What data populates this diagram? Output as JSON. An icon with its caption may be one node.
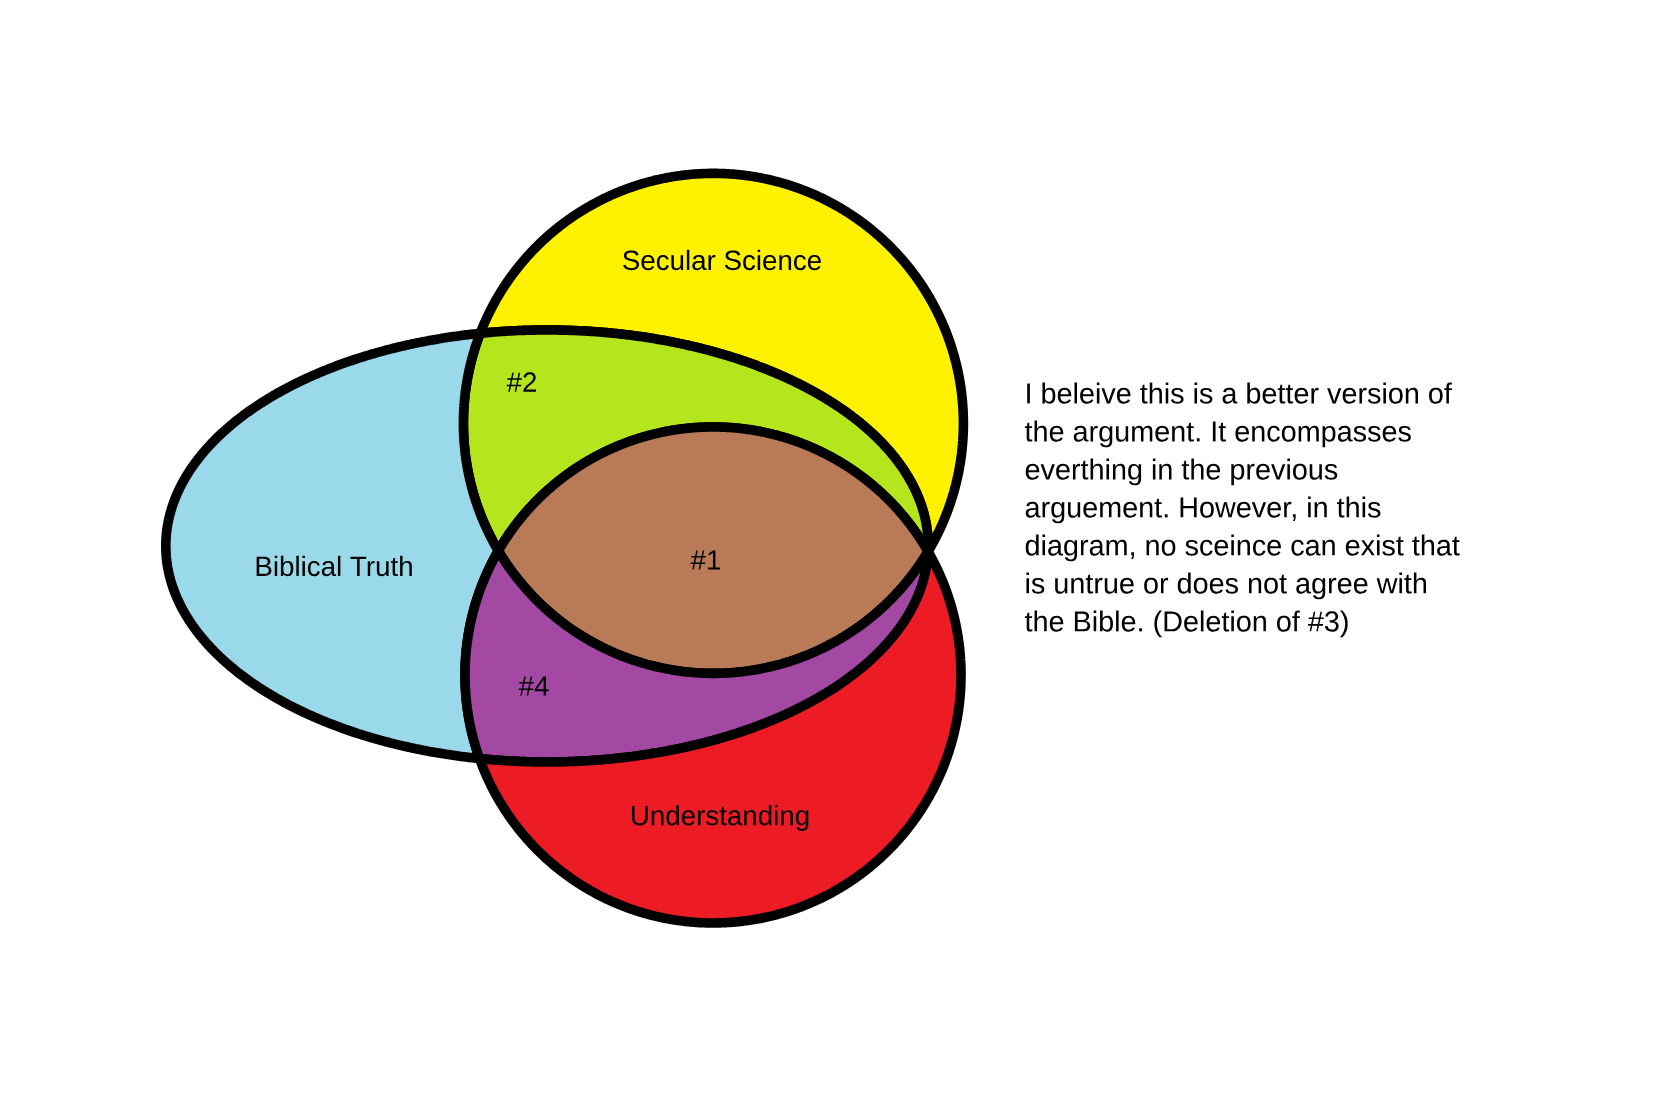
{
  "diagram": {
    "nodes": [
      {
        "text": [
          "Secular Science"
        ]
      },
      {
        "text": [
          "#2"
        ]
      },
      {
        "text": [
          "Biblical Truth"
        ]
      },
      {
        "text": [
          "#1"
        ]
      },
      {
        "text": [
          "#4"
        ]
      },
      {
        "text": [
          "Understanding"
        ]
      }
    ],
    "labels": [
      "I beleive this is a better version of the argument. It encompasses everthing in the previous arguement. However, in this diagram, no sceince can exist that is untrue or does not agree with the Bible. (Deletion of #3)"
    ]
  }
}
